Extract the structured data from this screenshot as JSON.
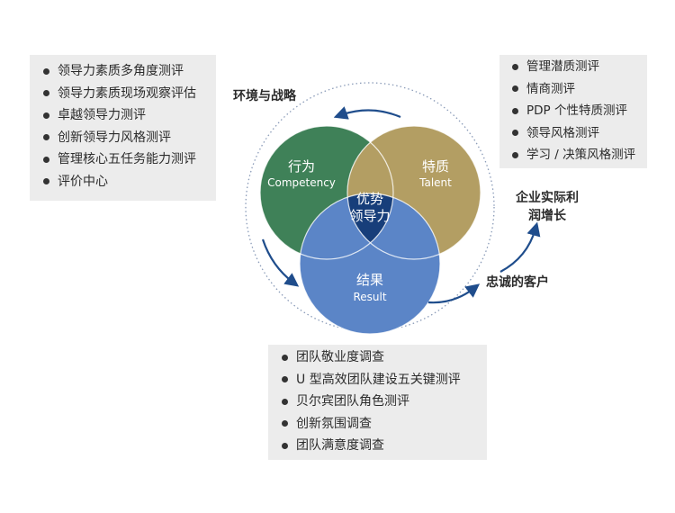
{
  "left_panel": {
    "items": [
      "领导力素质多角度测评",
      "领导力素质现场观察评估",
      "卓越领导力测评",
      "创新领导力风格测评",
      "管理核心五任务能力测评",
      "评价中心"
    ]
  },
  "right_panel": {
    "items": [
      "管理潜质测评",
      "情商测评",
      "PDP 个性特质测评",
      "领导风格测评",
      "学习 / 决策风格测评"
    ]
  },
  "bottom_panel": {
    "items": [
      "团队敬业度调查",
      "U 型高效团队建设五关键测评",
      "贝尔宾团队角色测评",
      "创新氛围调查",
      "团队满意度调查"
    ]
  },
  "labels": {
    "environment": "环境与战略",
    "loyal_customers": "忠诚的客户",
    "profit_growth": "企业实际利润增长"
  },
  "venn": {
    "behavior": {
      "title": "行为",
      "subtitle": "Competency"
    },
    "talent": {
      "title": "特质",
      "subtitle": "Talent"
    },
    "result": {
      "title": "结果",
      "subtitle": "Result"
    },
    "center": {
      "line1": "优势",
      "line2": "领导力"
    }
  },
  "colors": {
    "behavior": "#3f8158",
    "talent": "#b39e63",
    "result": "#5b85c7",
    "center": "#173e7a",
    "arrow": "#1f4d8c",
    "panel_bg": "#ececec"
  }
}
